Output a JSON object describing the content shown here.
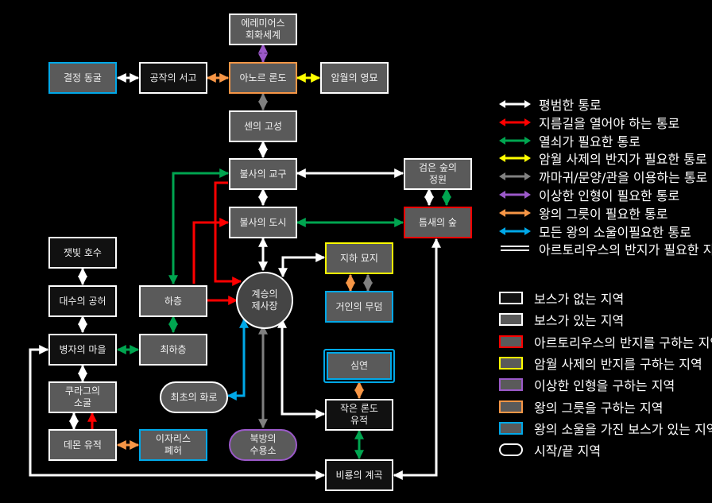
{
  "title": "",
  "nodes": {
    "eremios": "에레미어스\n회화세계",
    "crystal_cave": "결정 동굴",
    "study": "공작의 서고",
    "anor_londo": "아노르 론도",
    "dark_tomb": "암월의 영묘",
    "sen_fortress": "센의 고성",
    "undead_parish": "불사의 교구",
    "darkroot_garden": "검은 숲의\n정원",
    "undead_burg": "불사의 도시",
    "darkroot_basin": "틈새의 숲",
    "firelink": "계승의\n제사장",
    "catacombs": "지하 묘지",
    "giant_tomb": "거인의 무덤",
    "ash_lake": "잿빛 호수",
    "great_hollow": "대수의 공허",
    "depths": "하층",
    "blighttown": "병자의 마을",
    "lower_depths": "최하층",
    "quelaag": "쿠라그의\n소굴",
    "first_flame": "최초의 화로",
    "demon_ruins": "데몬 유적",
    "izalith": "이자리스\n폐허",
    "asylum": "북방의\n수용소",
    "abyss": "심연",
    "new_londo": "작은 론도\n유적",
    "valley": "비룡의 계곡"
  },
  "legend_paths": [
    {
      "label": "평범한 통로",
      "color": "#ffffff"
    },
    {
      "label": "지름길을 열어야 하는 통로",
      "color": "#ff0000"
    },
    {
      "label": "열쇠가 필요한 통로",
      "color": "#00a550"
    },
    {
      "label": "암월 사제의 반지가 필요한 통로",
      "color": "#ffff00"
    },
    {
      "label": "까마귀/문양/관을 이용하는 통로",
      "color": "#808080"
    },
    {
      "label": "이상한 인형이 필요한 통로",
      "color": "#9b59c9"
    },
    {
      "label": "왕의 그릇이 필요한 통로",
      "color": "#f79646"
    },
    {
      "label": "모든 왕의 소울이필요한  통로",
      "color": "#00a8e8"
    },
    {
      "label": "아르토리우스의 반지가 필요한 지역",
      "color": "#ffffff",
      "style": "double"
    }
  ],
  "legend_areas": [
    {
      "label": "보스가 없는 지역",
      "border": "#ffffff",
      "fill": "#111111"
    },
    {
      "label": "보스가 있는 지역",
      "border": "#ffffff",
      "fill": "#5a5a5a"
    },
    {
      "label": "아르토리우스의 반지를 구하는 지역",
      "border": "#ff0000",
      "fill": "#5a5a5a"
    },
    {
      "label": "암월 사제의 반지를 구하는 지역",
      "border": "#ffff00",
      "fill": "#5a5a5a"
    },
    {
      "label": "이상한 인형을 구하는 지역",
      "border": "#9b59c9",
      "fill": "#5a5a5a"
    },
    {
      "label": "왕의 그릇을 구하는 지역",
      "border": "#f79646",
      "fill": "#5a5a5a"
    },
    {
      "label": "왕의 소울을 가진 보스가 있는 지역",
      "border": "#00a8e8",
      "fill": "#5a5a5a"
    },
    {
      "label": "시작/끝 지역",
      "border": "#ffffff",
      "fill": "#000000",
      "shape": "pill"
    }
  ]
}
